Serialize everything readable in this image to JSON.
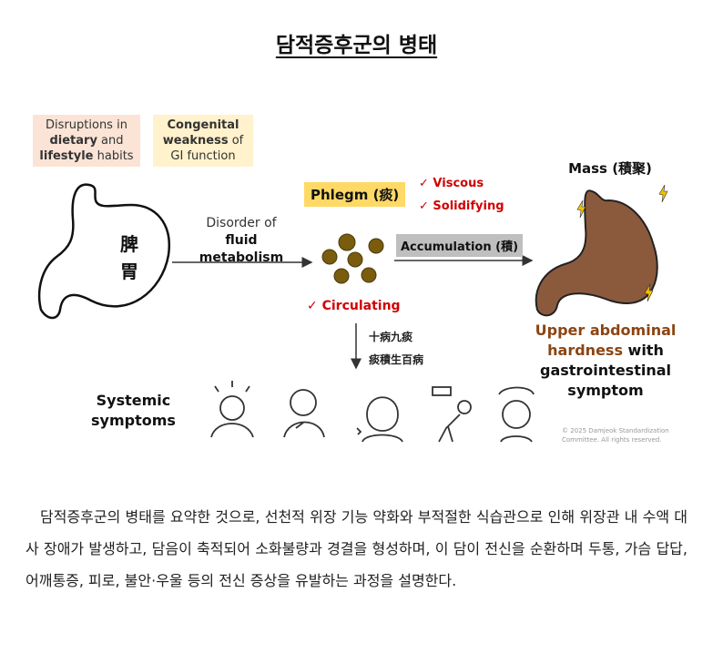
{
  "title": "담적증후군의 병태",
  "diagram": {
    "cause_box_1": {
      "pre": "Disruptions in",
      "bold1": "dietary",
      "mid": " and",
      "bold2": "lifestyle",
      "post": " habits"
    },
    "cause_box_2": {
      "bold1": "Congenital",
      "bold2": "weakness",
      "mid": " of",
      "post": "GI function"
    },
    "stomach_label": [
      "脾",
      "胃"
    ],
    "arrow1_label": {
      "line1": "Disorder of",
      "line2": "fluid metabolism"
    },
    "phlegm_label": "Phlegm (痰)",
    "phlegm_properties": [
      "Viscous",
      "Solidifying"
    ],
    "circulating": "Circulating",
    "accumulation_label": "Accumulation (積)",
    "mass_label": "Mass (積聚)",
    "sayings": [
      "十病九痰",
      "痰積生百病"
    ],
    "outcome": {
      "part1": "Upper abdominal",
      "part2": "hardness",
      "part3": " with",
      "part4": "gastrointestinal",
      "part5": "symptom"
    },
    "systemic": {
      "line1": "Systemic",
      "line2": "symptoms"
    },
    "symptom_icons": [
      "headache-icon",
      "chest-pain-icon",
      "shoulder-pain-icon",
      "fatigue-icon",
      "anxiety-icon"
    ],
    "copyright": {
      "line1": "© 2025 Damjeok Standardization",
      "line2": "Committee. All rights reserved."
    },
    "colors": {
      "phlegm_dot": "#7a5c0e",
      "mass_fill": "#8b5a3c",
      "red": "#d00000",
      "brown_text": "#8b4513"
    }
  },
  "paragraph": "담적증후군의 병태를 요약한 것으로, 선천적 위장 기능 약화와 부적절한 식습관으로 인해 위장관 내 수액 대사 장애가 발생하고, 담음이 축적되어 소화불량과 경결을 형성하며, 이 담이 전신을 순환하며 두통, 가슴 답답, 어깨통증, 피로, 불안·우울 등의 전신 증상을 유발하는 과정을 설명한다."
}
